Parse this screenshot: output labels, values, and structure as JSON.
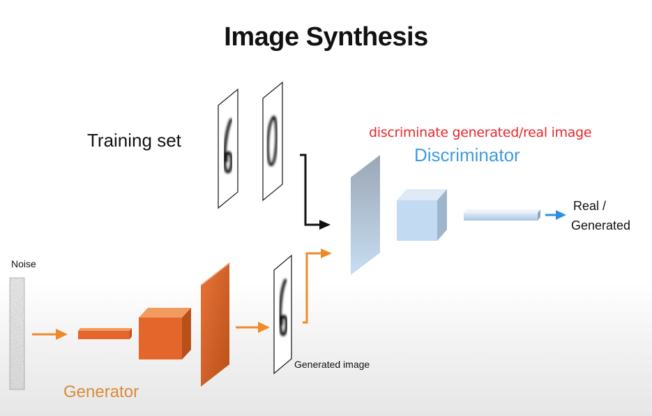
{
  "title": "Image Synthesis",
  "training_label": "Training set",
  "annotation": "discriminate generated/real image",
  "discriminator_label": "Discriminator",
  "output_label_line1": "Real /",
  "output_label_line2": "Generated",
  "noise_label": "Noise",
  "generated_image_label": "Generated image",
  "generator_label": "Generator",
  "colors": {
    "generator": "#e8742c",
    "discriminator": "#aacbea",
    "annotation": "#e8262a",
    "discriminator_text": "#3f9be0",
    "output_arrow": "#2e8fe0"
  },
  "icons": [
    "noise-image",
    "digit-six-image",
    "digit-zero-image",
    "arrow-right-icon"
  ]
}
